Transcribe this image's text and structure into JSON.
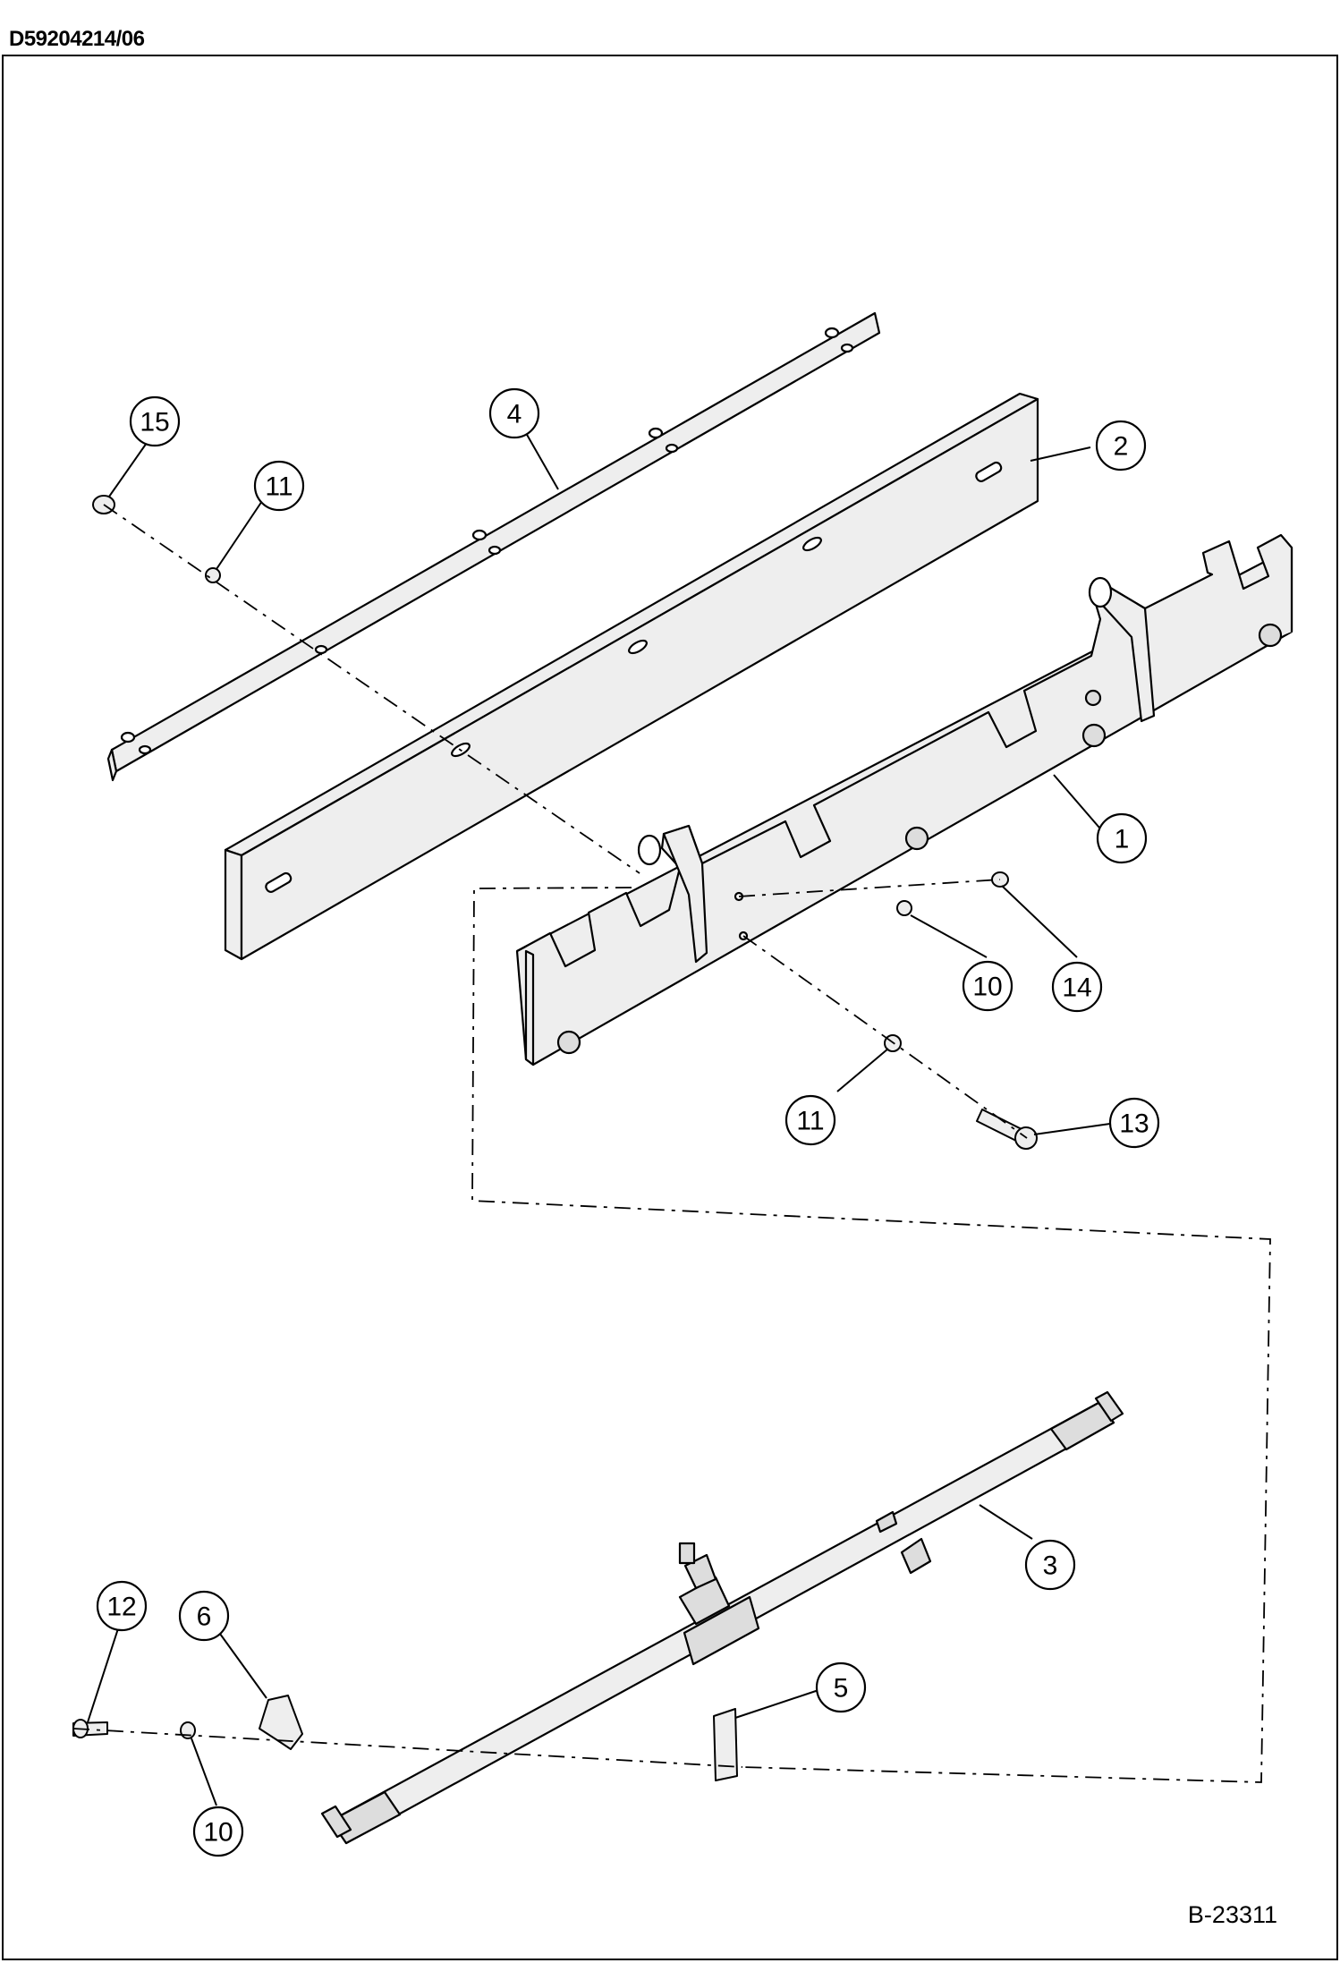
{
  "header": {
    "document_code": "D59204214/06"
  },
  "footer": {
    "figure_code": "B-23311"
  },
  "callouts": {
    "c1": "1",
    "c2": "2",
    "c3": "3",
    "c4": "4",
    "c5": "5",
    "c6": "6",
    "c10a": "10",
    "c10b": "10",
    "c11a": "11",
    "c11b": "11",
    "c12": "12",
    "c13": "13",
    "c14": "14",
    "c15": "15"
  },
  "colors": {
    "line": "#000000",
    "part_fill": "#eeeeee",
    "background": "#ffffff"
  }
}
